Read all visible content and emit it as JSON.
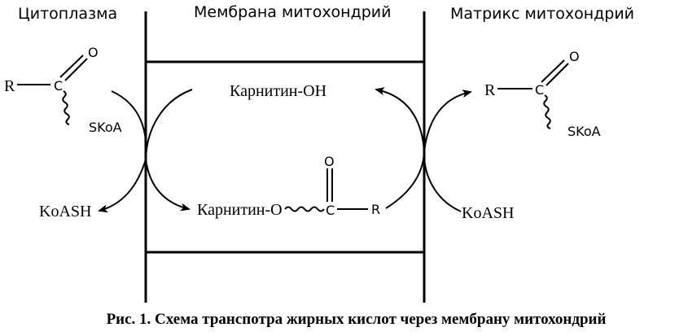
{
  "colors": {
    "ink": "#000000",
    "background": "#ffffff"
  },
  "regions": {
    "cytoplasm": "Цитоплазма",
    "membrane": "Мембрана митохондрий",
    "matrix": "Матрикс митохондрий"
  },
  "left_acyl_coa": {
    "r": "R",
    "c": "C",
    "o": "O",
    "skoa": "SKoA"
  },
  "right_acyl_coa": {
    "r": "R",
    "c": "C",
    "o": "O",
    "skoa": "SKoA"
  },
  "acyl_carnitine": {
    "prefix": "Карнитин-O",
    "c": "C",
    "o": "O",
    "r": "R"
  },
  "carnitine_oh": "Карнитин-OH",
  "koash_left": "KoASH",
  "koash_right": "KoASH",
  "caption": "Рис. 1. Схема транспотра жирных кислот через мембрану митохондрий"
}
